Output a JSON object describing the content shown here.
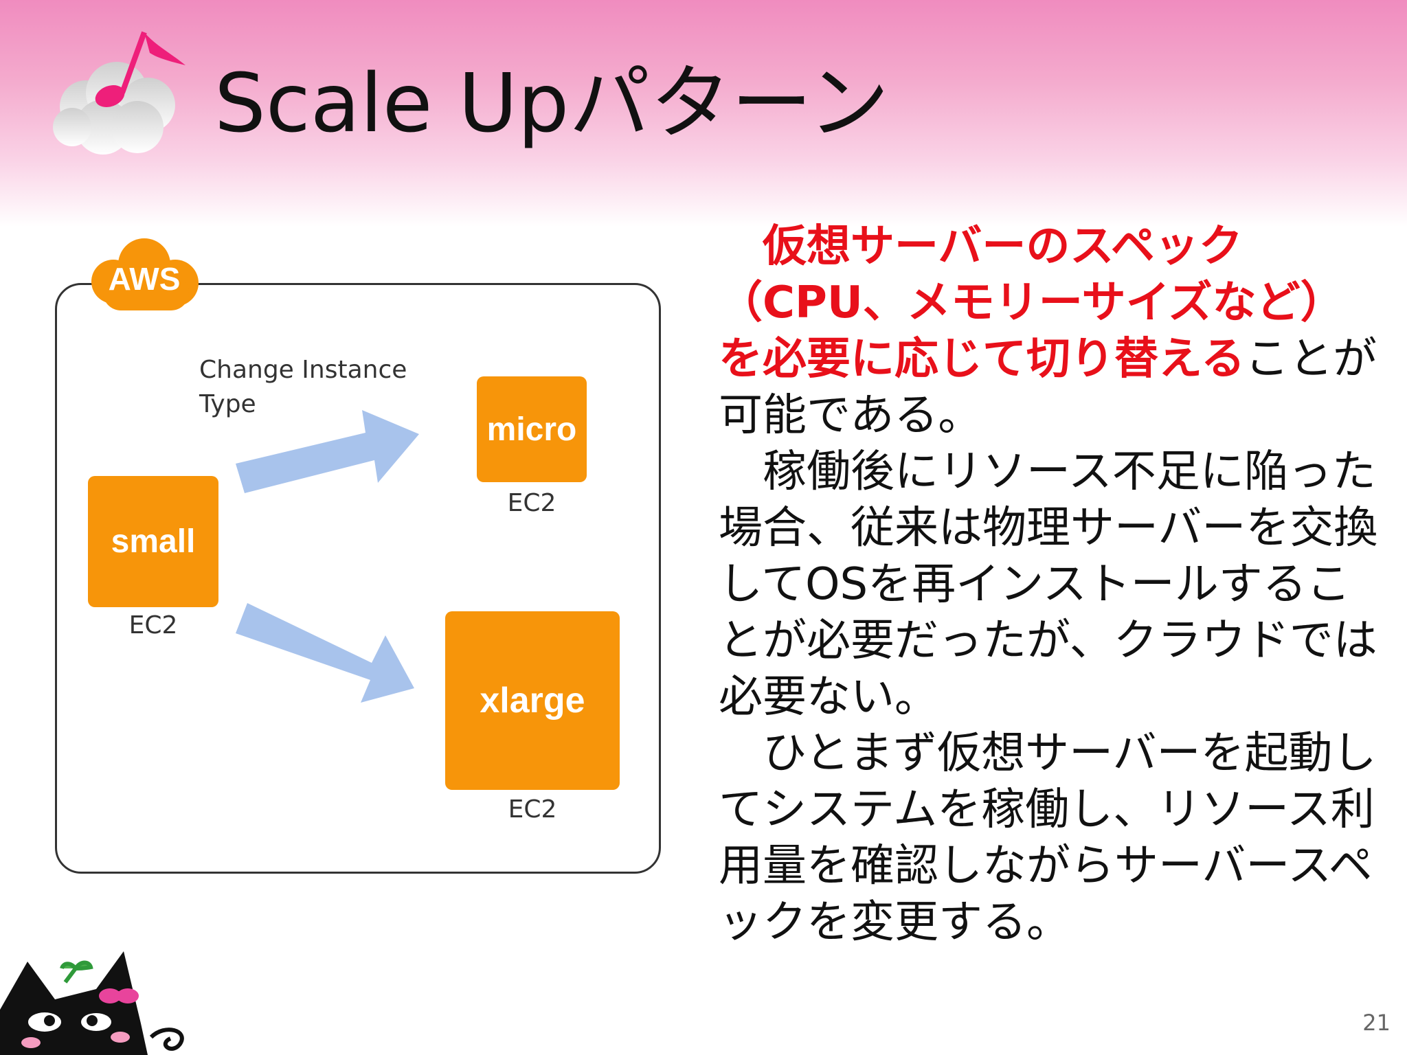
{
  "title": "Scale Upパターン",
  "page_number": "21",
  "diagram": {
    "cloud_label": "AWS",
    "caption": "Change Instance Type",
    "instances": [
      {
        "label": "small",
        "service": "EC2"
      },
      {
        "label": "micro",
        "service": "EC2"
      },
      {
        "label": "xlarge",
        "service": "EC2"
      }
    ]
  },
  "body": {
    "lead": "仮想サーバーのスペック（CPU、メモリーサイズなど）を必要に応じて切り替える",
    "lead_continuation": "ことが可能である。",
    "paragraph2": "稼働後にリソース不足に陥った場合、従来は物理サーバーを交換してOSを再インストールすることが必要だったが、クラウドでは必要ない。",
    "paragraph3": "ひとまず仮想サーバーを起動してシステムを稼働し、リソース利用量を確認しながらサーバースペックを変更する。"
  },
  "colors": {
    "accent_pink": "#f08cbf",
    "lead_red": "#e8101a",
    "aws_orange": "#f7950a",
    "arrow_blue": "#a8c3ec"
  }
}
